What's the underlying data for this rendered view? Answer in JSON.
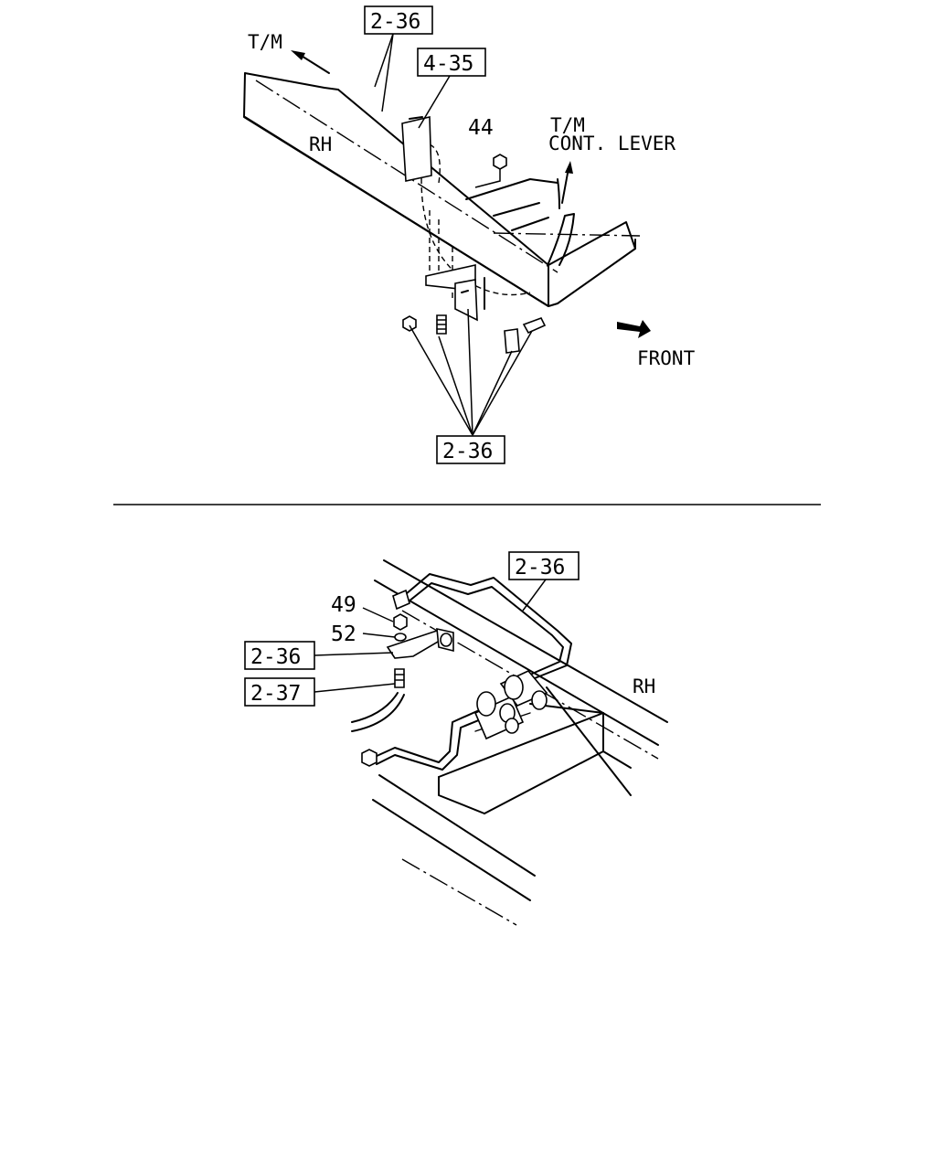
{
  "top_view": {
    "labels": {
      "tm": "T/M",
      "rh": "RH",
      "part_44": "44",
      "tm_cont_line1": "T/M",
      "tm_cont_line2": "CONT. LEVER",
      "front": "FRONT"
    },
    "refs": {
      "ref_top": "2-36",
      "ref_mid": "4-35",
      "ref_bottom": "2-36"
    }
  },
  "bottom_view": {
    "labels": {
      "part_49": "49",
      "part_52": "52",
      "rh": "RH"
    },
    "refs": {
      "ref_pipe": "2-36",
      "ref_bracket": "2-36",
      "ref_hose": "2-37"
    }
  }
}
